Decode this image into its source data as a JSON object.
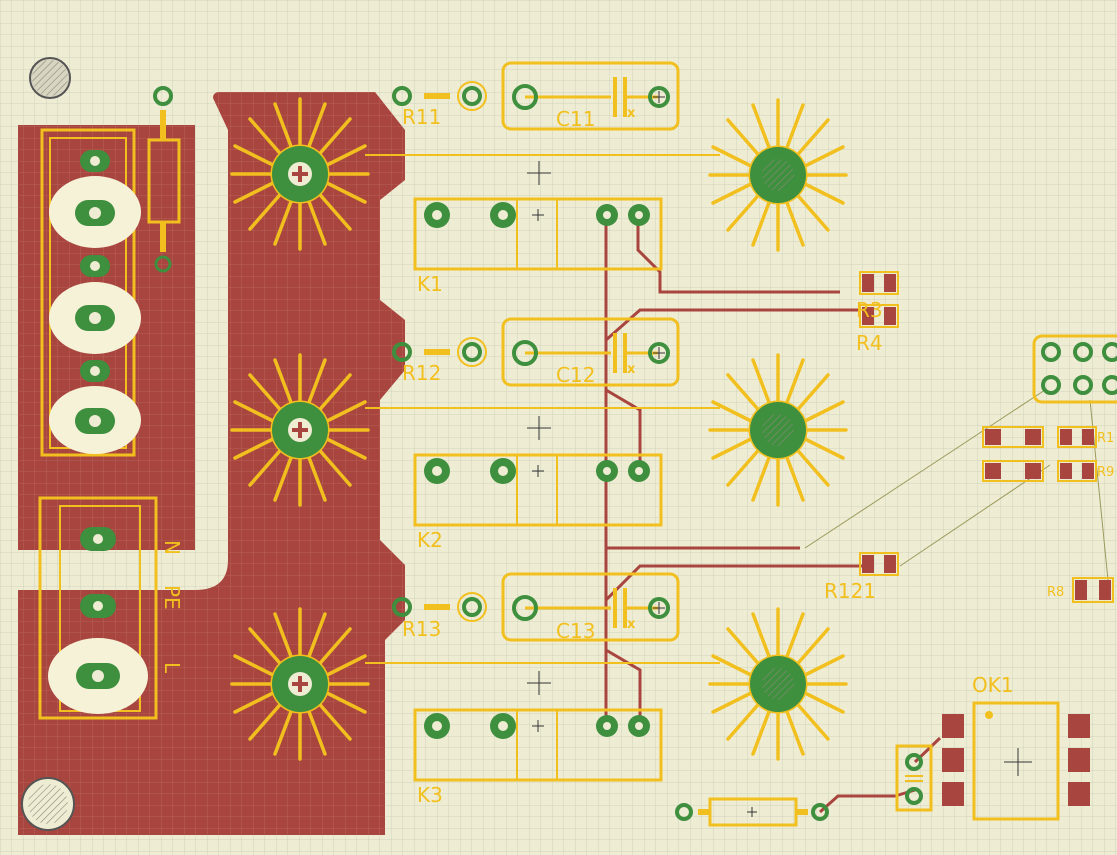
{
  "board": {
    "colors": {
      "background": "#efecd4",
      "grid": "#c6cdb4",
      "copper": "#a8453e",
      "silkscreen": "#f2c01e",
      "pad_green": "#3e8f3e",
      "airwire": "#9a9a5a",
      "hole": "#d8d5c0"
    }
  },
  "labels": {
    "r11": "R11",
    "c11": "C11",
    "k1": "K1",
    "r3": "R3",
    "r4": "R4",
    "r12": "R12",
    "c12": "C12",
    "k2": "K2",
    "r121": "R121",
    "r13": "R13",
    "c13": "C13",
    "k3": "K3",
    "ok1": "OK1",
    "n": "N",
    "pe": "PE",
    "l": "L",
    "r1": "R1",
    "r9": "R9",
    "r8": "R8"
  }
}
